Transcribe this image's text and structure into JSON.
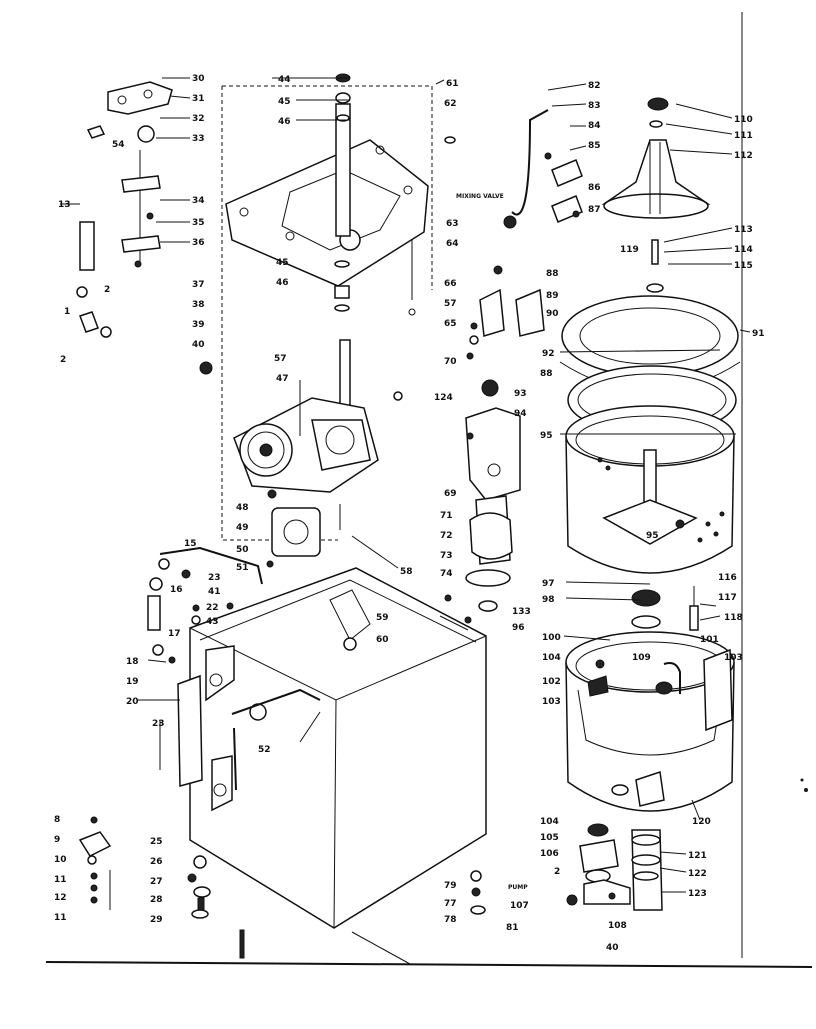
{
  "labels": {
    "p30": "30",
    "p31": "31",
    "p32": "32",
    "p33": "33",
    "p34": "34",
    "p35": "35",
    "p36": "36",
    "p54": "54",
    "p13": "13",
    "p2a": "2",
    "p1": "1",
    "p2b": "2",
    "p37": "37",
    "p38": "38",
    "p39": "39",
    "p40a": "40",
    "p57a": "57",
    "p44": "44",
    "p45a": "45",
    "p46a": "46",
    "p45b": "45",
    "p46b": "46",
    "p61": "61",
    "p62": "62",
    "p57b": "57",
    "p47": "47",
    "p48": "48",
    "p49": "49",
    "p50": "50",
    "p51": "51",
    "p58": "58",
    "p124": "124",
    "p15": "15",
    "p16": "16",
    "p23a": "23",
    "p41": "41",
    "p22": "22",
    "p43": "43",
    "p17": "17",
    "p18": "18",
    "p19": "19",
    "p20": "20",
    "p23b": "23",
    "p52": "52",
    "p59": "59",
    "p60": "60",
    "p8": "8",
    "p9": "9",
    "p10": "10",
    "p11a": "11",
    "p12": "12",
    "p11b": "11",
    "p25": "25",
    "p26": "26",
    "p27": "27",
    "p28": "28",
    "p29": "29",
    "p82": "82",
    "p83": "83",
    "p84": "84",
    "p85": "85",
    "p86": "86",
    "p87": "87",
    "p63": "63",
    "p64": "64",
    "p66": "66",
    "p65": "65",
    "p70": "70",
    "p88a": "88",
    "p89": "89",
    "p90": "90",
    "p88b": "88",
    "p93": "93",
    "p94": "94",
    "p69": "69",
    "p71": "71",
    "p72": "72",
    "p73": "73",
    "p74": "74",
    "p133": "133",
    "p96": "96",
    "p110": "110",
    "p111": "111",
    "p112": "112",
    "p113": "113",
    "p119": "119",
    "p114": "114",
    "p115": "115",
    "p91": "91",
    "p92": "92",
    "p95a": "95",
    "p95b": "95",
    "p97": "97",
    "p98": "98",
    "p100": "100",
    "p104a": "104",
    "p102": "102",
    "p103a": "103",
    "p109": "109",
    "p116": "116",
    "p117": "117",
    "p118": "118",
    "p101": "101",
    "p103b": "103",
    "p120": "120",
    "p104b": "104",
    "p105": "105",
    "p106a": "106",
    "p2c": "2",
    "p121": "121",
    "p122": "122",
    "p123": "123",
    "p79": "79",
    "p77": "77",
    "p78": "78",
    "p107": "107",
    "p81": "81",
    "p108": "108",
    "p40b": "40"
  },
  "callouts": {
    "mixing_valve": "MIXING VALVE",
    "pump": "PUMP"
  }
}
